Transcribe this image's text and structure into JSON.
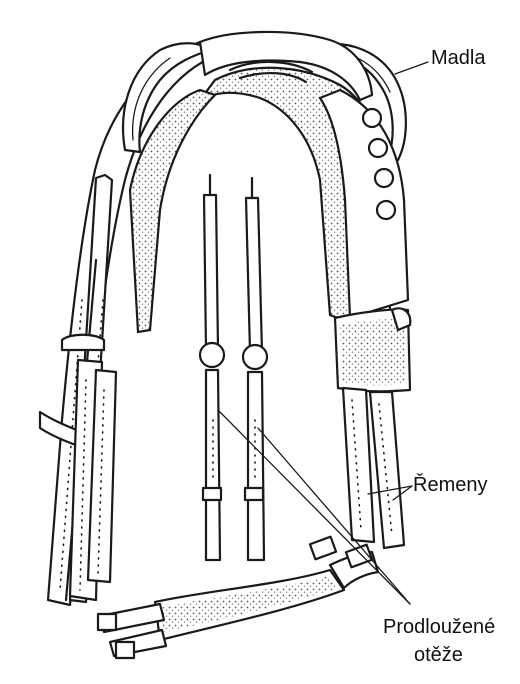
{
  "labels": {
    "handles": "Madla",
    "straps": "Řemeny",
    "reins_line1": "Prodloužené",
    "reins_line2": "otěže"
  },
  "colors": {
    "ink": "#1a1a1a",
    "background": "#ffffff",
    "stipple": "#d9d9d9"
  }
}
